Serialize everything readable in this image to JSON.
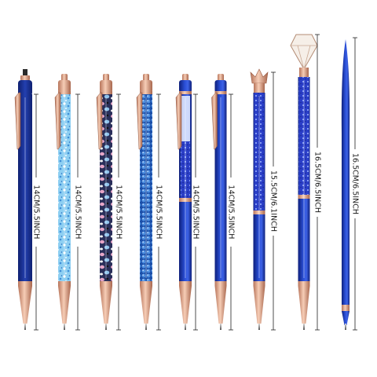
{
  "colors": {
    "background": "#ffffff",
    "royal_blue": "#1f3fb8",
    "navy": "#13288a",
    "rose_gold": "#e2a88a",
    "glitter_blue": "#7fc4ec",
    "leopard_dark": "#2a2f5a",
    "leopard_pink": "#e7a6c8",
    "rhinestone_blue": "#3f7fd0",
    "dimension_line": "#222222"
  },
  "pens": [
    {
      "name": "stylus-matte-blue-pen",
      "style": "matte",
      "label": "14CM/5.5INCH"
    },
    {
      "name": "blue-glitter-pen",
      "style": "glitter",
      "label": "14CM/5.5INCH"
    },
    {
      "name": "leopard-print-pen",
      "style": "leopard",
      "label": "14CM/5.5INCH"
    },
    {
      "name": "rhinestone-pen",
      "style": "rhinestone",
      "label": "14CM/5.5INCH"
    },
    {
      "name": "liquid-sand-pen",
      "style": "liquid",
      "label": "14CM/5.5INCH"
    },
    {
      "name": "glossy-blue-pen",
      "style": "glossy",
      "label": "14CM/5.5INCH"
    },
    {
      "name": "crown-topper-pen",
      "style": "crown",
      "label": "15.5CM/6.1INCH"
    },
    {
      "name": "diamond-topper-pen",
      "style": "diamond",
      "label": "16.5CM/6.5INCH"
    },
    {
      "name": "slim-ballpoint-pen",
      "style": "slim",
      "label": "16.5CM/6.5INCH"
    }
  ]
}
